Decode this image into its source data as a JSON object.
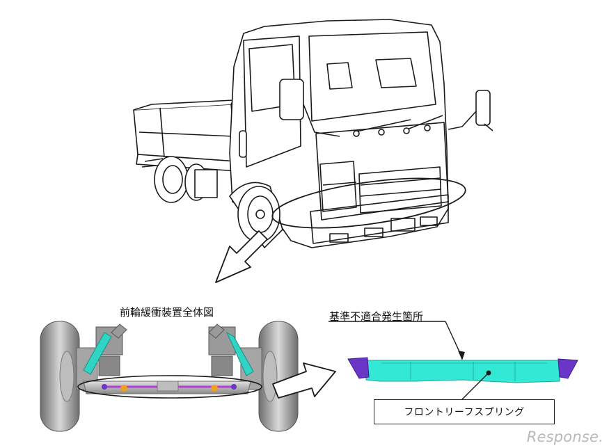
{
  "labels": {
    "suspension_overview": "前輪緩衝装置全体図",
    "defect_location": "基準不適合発生箇所",
    "part_name": "フロントリーフスプリング"
  },
  "watermark": "Response.",
  "colors": {
    "leaf_spring": "#33e8d4",
    "spring_eye": "#6a36c8",
    "line": "#1a1a1a",
    "wheel": "#8a8a8a"
  }
}
